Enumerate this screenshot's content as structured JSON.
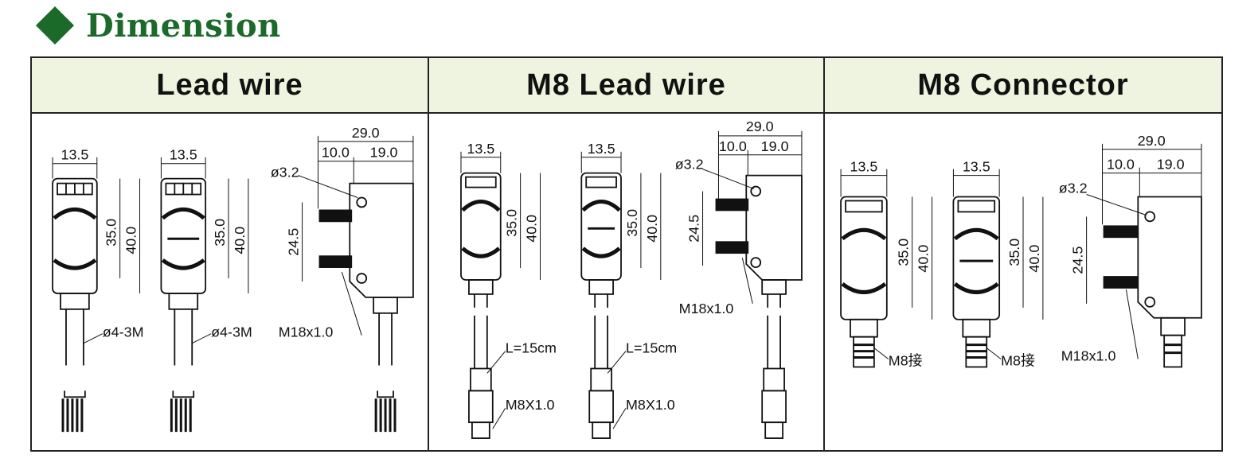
{
  "heading": {
    "icon": "diamond-icon",
    "title": "Dimension",
    "color": "#1b6a2a"
  },
  "header_bg": "#eef4df",
  "columns": [
    {
      "title": "Lead wire",
      "left_sensor": {
        "width": "13.5",
        "h1": "35.0",
        "h2": "40.0",
        "cable": "ø4-3M"
      },
      "mid_sensor": {
        "width": "13.5",
        "h1": "35.0",
        "h2": "40.0",
        "cable": "ø4-3M"
      },
      "side_view": {
        "total": "29.0",
        "a": "10.0",
        "b": "19.0",
        "hole": "ø3.2",
        "height": "24.5",
        "thread": "M18x1.0"
      }
    },
    {
      "title": "M8 Lead wire",
      "left_sensor": {
        "width": "13.5",
        "h1": "35.0",
        "h2": "40.0",
        "length": "L=15cm",
        "plug": "M8X1.0"
      },
      "mid_sensor": {
        "width": "13.5",
        "h1": "35.0",
        "h2": "40.0",
        "length": "L=15cm",
        "plug": "M8X1.0"
      },
      "side_view": {
        "total": "29.0",
        "a": "10.0",
        "b": "19.0",
        "hole": "ø3.2",
        "height": "24.5",
        "thread": "M18x1.0"
      }
    },
    {
      "title": "M8 Connector",
      "left_sensor": {
        "width": "13.5",
        "h1": "35.0",
        "h2": "40.0",
        "plug": "M8接"
      },
      "mid_sensor": {
        "width": "13.5",
        "h1": "35.0",
        "h2": "40.0",
        "plug": "M8接"
      },
      "side_view": {
        "total": "29.0",
        "a": "10.0",
        "b": "19.0",
        "hole": "ø3.2",
        "height": "24.5",
        "thread": "M18x1.0"
      }
    }
  ]
}
